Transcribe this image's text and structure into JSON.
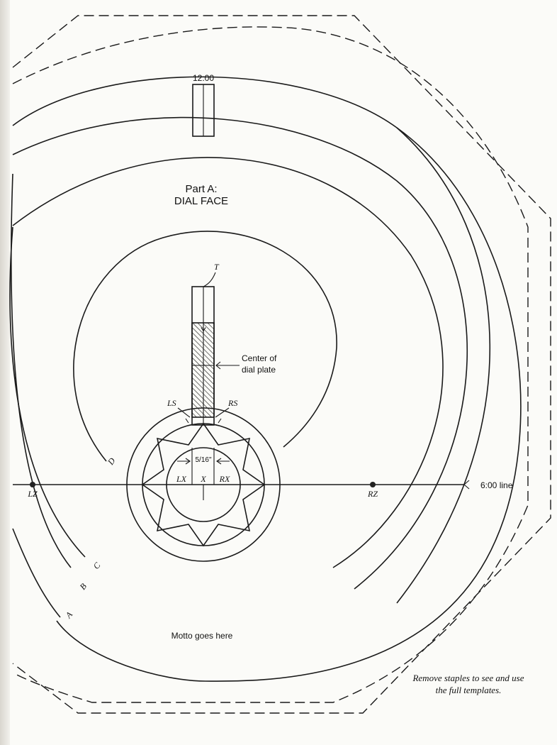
{
  "title": {
    "line1": "Part A:",
    "line2": "DIAL FACE"
  },
  "labels": {
    "twelve": "12:00",
    "six_line": "6:00 line",
    "center_line1": "Center of",
    "center_line2": "dial plate",
    "T": "T",
    "Y": "Y",
    "LS": "LS",
    "RS": "RS",
    "LX": "LX",
    "X": "X",
    "RX": "RX",
    "LZ": "LZ",
    "RZ": "RZ",
    "A": "A",
    "B": "B",
    "C": "C",
    "D": "D",
    "fraction": "5/16\"",
    "motto": "Motto goes here"
  },
  "note": {
    "line1": "Remove staples to see and use",
    "line2": "the full templates."
  }
}
